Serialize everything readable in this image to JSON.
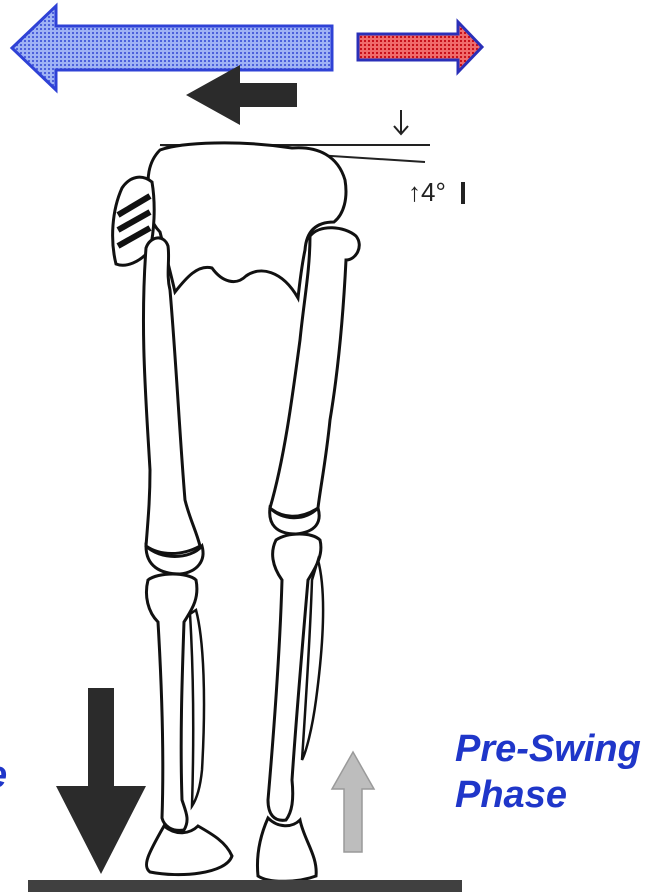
{
  "annotation": {
    "pelvic_drop": "↑4°"
  },
  "labels": {
    "left_phase": "e",
    "right_phase_line1": "Pre-Swing",
    "right_phase_line2": "Phase"
  },
  "colors": {
    "blue_arrow": "#2f42d6",
    "blue_arrow_fill": "#8fa6f0",
    "red_arrow": "#d7222a",
    "red_arrow_outline": "#2a2fb8",
    "dark_arrow": "#2b2b2b",
    "light_arrow": "#b8b8b8",
    "label_blue": "#1f36c9"
  },
  "icons": {
    "left_large": "arrow-left-icon",
    "right_small": "arrow-right-icon",
    "dark_left": "arrow-left-icon",
    "down_force": "arrow-down-icon",
    "up_force": "arrow-up-icon"
  }
}
